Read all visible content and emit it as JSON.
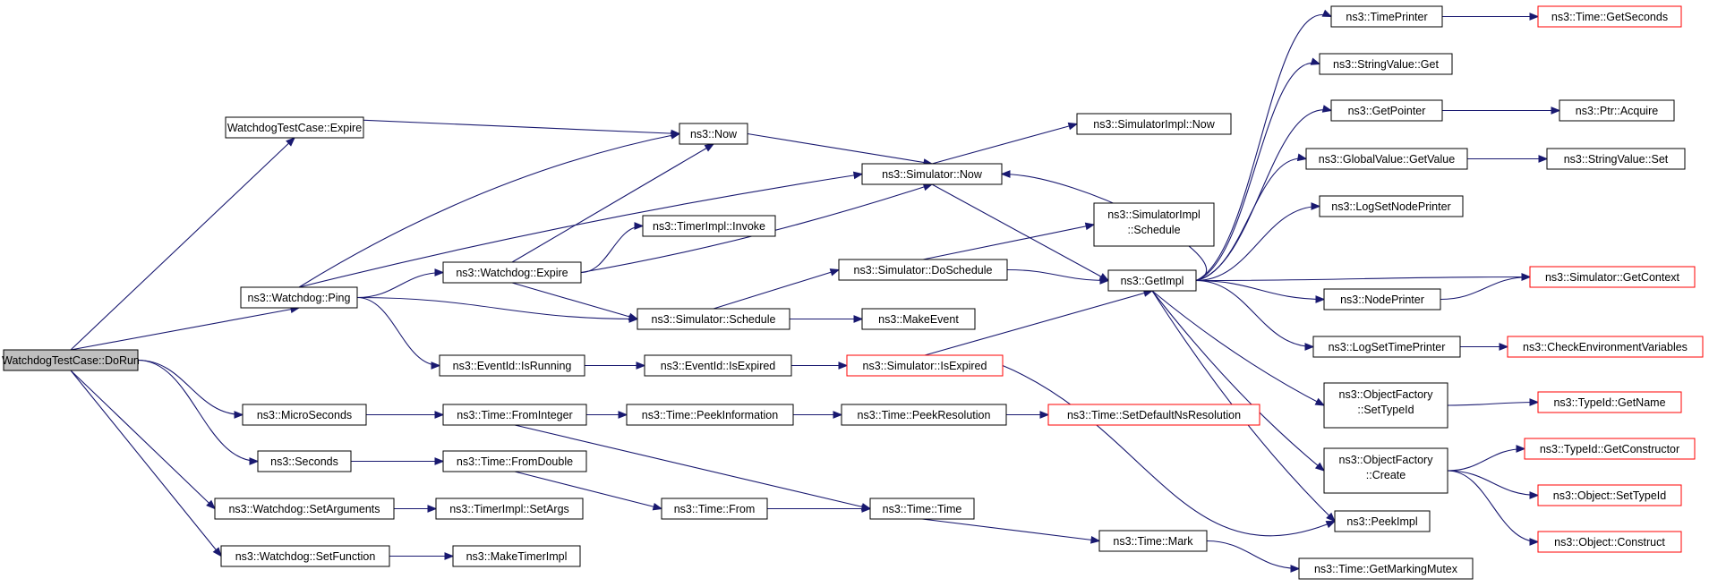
{
  "graph": {
    "colors": {
      "edge": "#191970",
      "root_fill": "#bfbfbf",
      "node_fill": "#ffffff",
      "node_border": "#000000",
      "truncated_border": "#ff0000"
    },
    "nodes": {
      "dorun": {
        "label": "WatchdogTestCase::DoRun",
        "style": "root"
      },
      "tc_expire": {
        "label": "WatchdogTestCase::Expire"
      },
      "ping": {
        "label": "ns3::Watchdog::Ping"
      },
      "microseconds": {
        "label": "ns3::MicroSeconds"
      },
      "seconds": {
        "label": "ns3::Seconds"
      },
      "setarguments": {
        "label": "ns3::Watchdog::SetArguments"
      },
      "setfunction": {
        "label": "ns3::Watchdog::SetFunction"
      },
      "now": {
        "label": "ns3::Now"
      },
      "wd_expire": {
        "label": "ns3::Watchdog::Expire"
      },
      "timerimpl_invoke": {
        "label": "ns3::TimerImpl::Invoke"
      },
      "sim_schedule": {
        "label": "ns3::Simulator::Schedule"
      },
      "eventid_isrunning": {
        "label": "ns3::EventId::IsRunning"
      },
      "time_fromint": {
        "label": "ns3::Time::FromInteger"
      },
      "time_fromdouble": {
        "label": "ns3::Time::FromDouble"
      },
      "timerimpl_setargs": {
        "label": "ns3::TimerImpl::SetArgs"
      },
      "maketimerimpl": {
        "label": "ns3::MakeTimerImpl"
      },
      "sim_now": {
        "label": "ns3::Simulator::Now"
      },
      "sim_doschedule": {
        "label": "ns3::Simulator::DoSchedule"
      },
      "makeevent": {
        "label": "ns3::MakeEvent"
      },
      "eventid_isexpired": {
        "label": "ns3::EventId::IsExpired"
      },
      "time_peekinfo": {
        "label": "ns3::Time::PeekInformation"
      },
      "time_from": {
        "label": "ns3::Time::From"
      },
      "simimpl_now": {
        "label": "ns3::SimulatorImpl::Now"
      },
      "simimpl_schedule": {
        "label": "ns3::SimulatorImpl",
        "label2": "::Schedule"
      },
      "sim_isexpired": {
        "label": "ns3::Simulator::IsExpired",
        "style": "truncated"
      },
      "time_peekres": {
        "label": "ns3::Time::PeekResolution"
      },
      "time_time": {
        "label": "ns3::Time::Time"
      },
      "getimpl": {
        "label": "ns3::GetImpl"
      },
      "time_setdefaultres": {
        "label": "ns3::Time::SetDefaultNsResolution",
        "style": "truncated"
      },
      "time_mark": {
        "label": "ns3::Time::Mark"
      },
      "timeprinter": {
        "label": "ns3::TimePrinter"
      },
      "stringvalue_get": {
        "label": "ns3::StringValue::Get"
      },
      "getpointer": {
        "label": "ns3::GetPointer"
      },
      "globalvalue_getvalue": {
        "label": "ns3::GlobalValue::GetValue"
      },
      "logsetnodeprinter": {
        "label": "ns3::LogSetNodePrinter"
      },
      "nodeprinter": {
        "label": "ns3::NodePrinter"
      },
      "logsettimeprinter": {
        "label": "ns3::LogSetTimePrinter"
      },
      "objfactory_settypeid": {
        "label": "ns3::ObjectFactory",
        "label2": "::SetTypeId"
      },
      "objfactory_create": {
        "label": "ns3::ObjectFactory",
        "label2": "::Create"
      },
      "peekimpl": {
        "label": "ns3::PeekImpl"
      },
      "time_getmarkingmutex": {
        "label": "ns3::Time::GetMarkingMutex"
      },
      "time_getseconds": {
        "label": "ns3::Time::GetSeconds",
        "style": "truncated"
      },
      "ptr_acquire": {
        "label": "ns3::Ptr::Acquire"
      },
      "stringvalue_set": {
        "label": "ns3::StringValue::Set"
      },
      "sim_getcontext": {
        "label": "ns3::Simulator::GetContext",
        "style": "truncated"
      },
      "checkenvvars": {
        "label": "ns3::CheckEnvironmentVariables",
        "style": "truncated"
      },
      "typeid_getname": {
        "label": "ns3::TypeId::GetName",
        "style": "truncated"
      },
      "typeid_getconstructor": {
        "label": "ns3::TypeId::GetConstructor",
        "style": "truncated"
      },
      "object_settypeid": {
        "label": "ns3::Object::SetTypeId",
        "style": "truncated"
      },
      "object_construct": {
        "label": "ns3::Object::Construct",
        "style": "truncated"
      }
    }
  }
}
